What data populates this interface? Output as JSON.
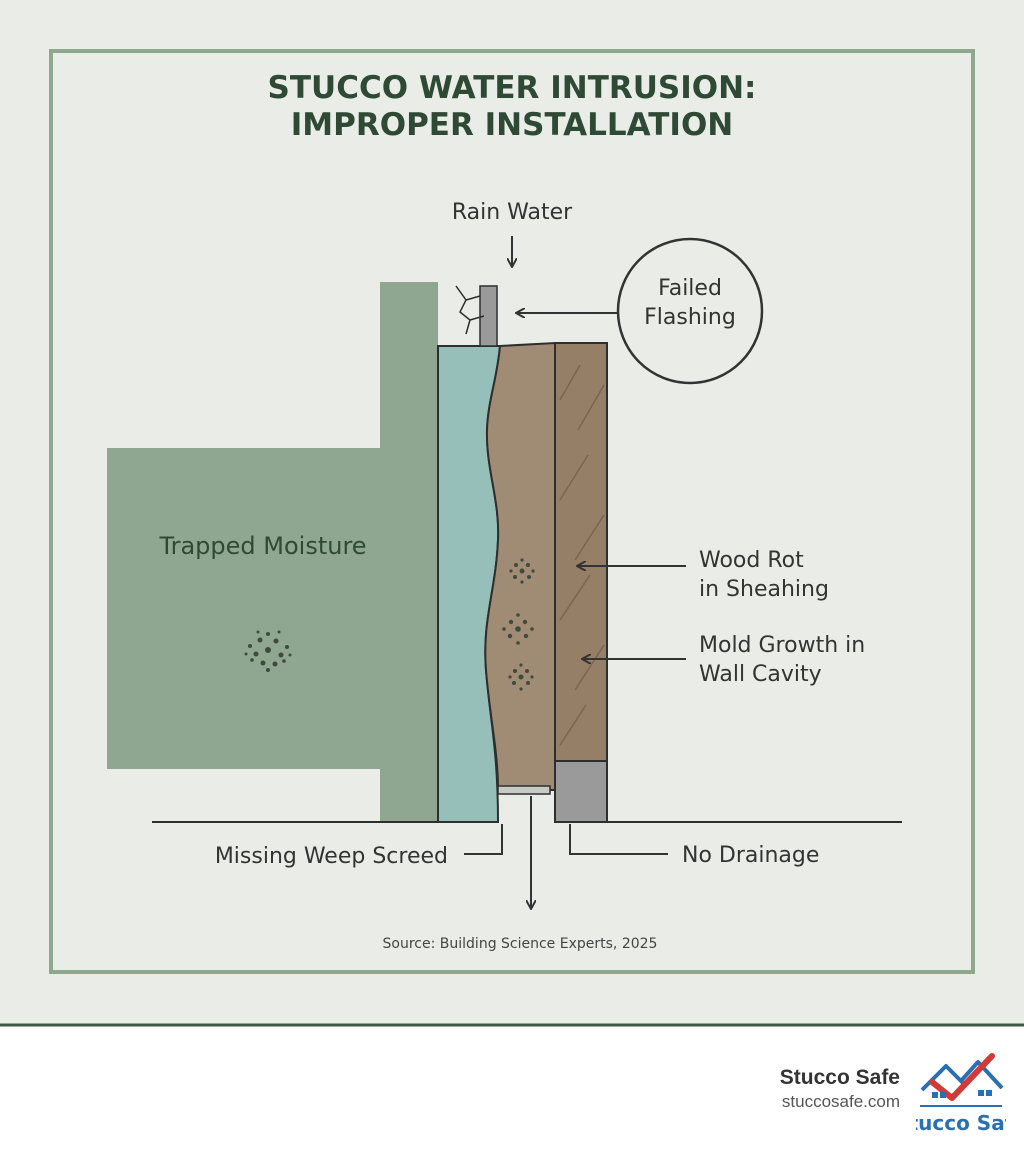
{
  "diagram": {
    "title_line1": "STUCCO WATER INTRUSION:",
    "title_line2": "IMPROPER INSTALLATION",
    "labels": {
      "rain_water": "Rain Water",
      "failed_flashing_line1": "Failed",
      "failed_flashing_line2": "Flashing",
      "trapped_moisture": "Trapped Moisture",
      "wood_rot_line1": "Wood Rot",
      "wood_rot_line2": "in Sheahing",
      "mold_growth_line1": "Mold Growth in",
      "mold_growth_line2": "Wall Cavity",
      "missing_weep_screed": "Missing Weep Screed",
      "no_drainage": "No Drainage"
    },
    "source": "Source: Building Science Experts, 2025"
  },
  "footer": {
    "brand_name": "Stucco Safe",
    "brand_url": "stuccosafe.com",
    "logo_text": "tucco Saf"
  },
  "colors": {
    "background": "#e9ece7",
    "frame": "#8ea88e",
    "title": "#2f4a34",
    "wall_green": "#8fa690",
    "water": "#97bfba",
    "sheathing": "#a08c74",
    "stud": "#957f67",
    "logo_red": "#d23a3a",
    "logo_blue": "#2a6fb0"
  }
}
